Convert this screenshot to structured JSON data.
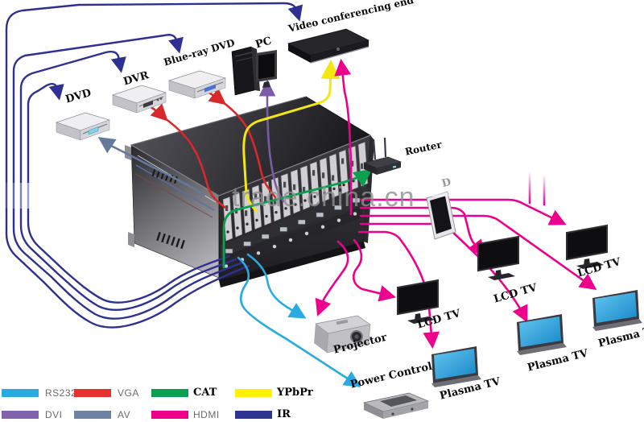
{
  "watermark": "trade.china.cn",
  "devices": {
    "dvd": "DVD",
    "dvr": "DVR",
    "bluray": "Blue-ray DVD",
    "pc": "PC",
    "video_conferencing": "Video conferencing end",
    "router": "Router",
    "tablet_partial_label": "D",
    "projector": "Projector",
    "power_control": "Power Control",
    "lcd_tv": "LCD TV",
    "plasma_tv": "Plasma TV"
  },
  "legend": {
    "row1": [
      {
        "label": "RS232",
        "color": "#29ABE2",
        "style": "sans"
      },
      {
        "label": "VGA",
        "color": "#E8312E",
        "style": "sans"
      },
      {
        "label": "CAT",
        "color": "#0BA04F",
        "style": "serif"
      },
      {
        "label": "YPbPr",
        "color": "#FFF103",
        "style": "serif"
      }
    ],
    "row2": [
      {
        "label": "DVI",
        "color": "#8262AC",
        "style": "sans"
      },
      {
        "label": "AV",
        "color": "#6E82A4",
        "style": "sans"
      },
      {
        "label": "HDMI",
        "color": "#EC008C",
        "style": "sans"
      },
      {
        "label": "IR",
        "color": "#2D3590",
        "style": "serif"
      }
    ]
  },
  "cable_colors": {
    "rs232": "#29ABE2",
    "vga": "#D8282B",
    "cat": "#0BA04F",
    "ypbpr": "#F2E713",
    "dvi": "#7C5AA5",
    "av": "#64799B",
    "hdmi": "#EC008C",
    "ir": "#2E3192"
  }
}
